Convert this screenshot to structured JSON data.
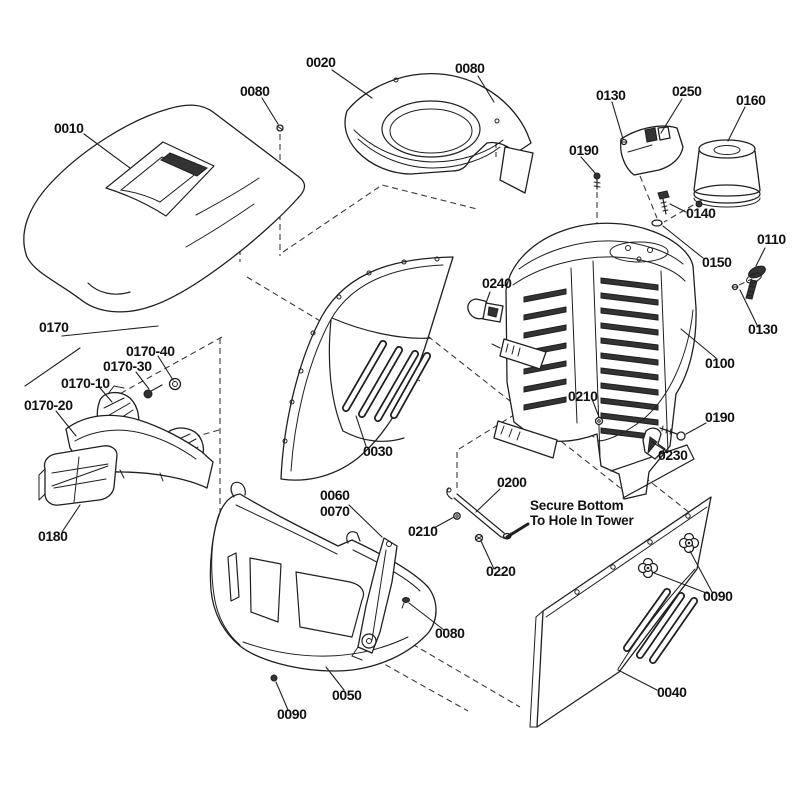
{
  "diagram": {
    "background": "#ffffff",
    "line_color": "#1f1f1f",
    "note": {
      "line1": "Secure Bottom",
      "line2": "To Hole In Tower"
    },
    "labels": [
      {
        "ref": "0010",
        "text": "0010"
      },
      {
        "ref": "0080-hood",
        "text": "0080"
      },
      {
        "ref": "0020",
        "text": "0020"
      },
      {
        "ref": "0080-grille",
        "text": "0080"
      },
      {
        "ref": "0130-dash",
        "text": "0130"
      },
      {
        "ref": "0250",
        "text": "0250"
      },
      {
        "ref": "0160",
        "text": "0160"
      },
      {
        "ref": "0190-tower",
        "text": "0190"
      },
      {
        "ref": "0140",
        "text": "0140"
      },
      {
        "ref": "0110",
        "text": "0110"
      },
      {
        "ref": "0150",
        "text": "0150"
      },
      {
        "ref": "0130-key",
        "text": "0130"
      },
      {
        "ref": "0100",
        "text": "0100"
      },
      {
        "ref": "0240",
        "text": "0240"
      },
      {
        "ref": "0170",
        "text": "0170"
      },
      {
        "ref": "0170-40",
        "text": "0170-40"
      },
      {
        "ref": "0170-30",
        "text": "0170-30"
      },
      {
        "ref": "0170-10",
        "text": "0170-10"
      },
      {
        "ref": "0170-20",
        "text": "0170-20"
      },
      {
        "ref": "0030",
        "text": "0030"
      },
      {
        "ref": "0210-tower",
        "text": "0210"
      },
      {
        "ref": "0190-bracket",
        "text": "0190"
      },
      {
        "ref": "0230",
        "text": "0230"
      },
      {
        "ref": "0180",
        "text": "0180"
      },
      {
        "ref": "0060",
        "text": "0060"
      },
      {
        "ref": "0070",
        "text": "0070"
      },
      {
        "ref": "0200",
        "text": "0200"
      },
      {
        "ref": "0210-rod",
        "text": "0210"
      },
      {
        "ref": "0220",
        "text": "0220"
      },
      {
        "ref": "0090-panel",
        "text": "0090"
      },
      {
        "ref": "0080-strut",
        "text": "0080"
      },
      {
        "ref": "0040",
        "text": "0040"
      },
      {
        "ref": "0050",
        "text": "0050"
      },
      {
        "ref": "0090-fascia",
        "text": "0090"
      }
    ]
  }
}
